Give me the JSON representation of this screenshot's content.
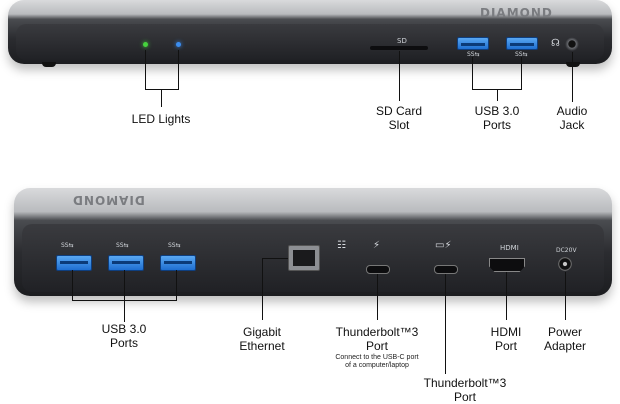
{
  "front_view": {
    "brand": "DIAMOND",
    "sd_slot_text": "SD",
    "usb_port_marks": [
      "SS⇆",
      "SS⇆"
    ],
    "headphone_icon": "headphone-icon",
    "led_colors": [
      "#46d33d",
      "#3b8df0"
    ],
    "labels": {
      "led": "LED Lights",
      "sd_line1": "SD Card",
      "sd_line2": "Slot",
      "usb_line1": "USB 3.0",
      "usb_line2": "Ports",
      "audio_line1": "Audio",
      "audio_line2": "Jack"
    }
  },
  "rear_view": {
    "brand": "DIAMOND",
    "usb_port_marks": [
      "SS⇆",
      "SS⇆",
      "SS⇆"
    ],
    "hdmi_text": "HDMI",
    "dc_text": "DC20V",
    "network_icon": "network-icon",
    "thunderbolt_icon": "thunderbolt-icon",
    "laptop_thunderbolt_icon": "laptop-thunderbolt-icon",
    "labels": {
      "usb_line1": "USB 3.0",
      "usb_line2": "Ports",
      "gigabit_line1": "Gigabit",
      "gigabit_line2": "Ethernet",
      "tb_port_line1": "Thunderbolt™3",
      "tb_port_line2": "Port",
      "tb_port_note1": "Connect to the USB-C port",
      "tb_port_note2": "of a computer/laptop",
      "hdmi_line1": "HDMI",
      "hdmi_line2": "Port",
      "power_line1": "Power",
      "power_line2": "Adapter",
      "tb2_line1": "Thunderbolt™3",
      "tb2_line2": "Port"
    }
  }
}
